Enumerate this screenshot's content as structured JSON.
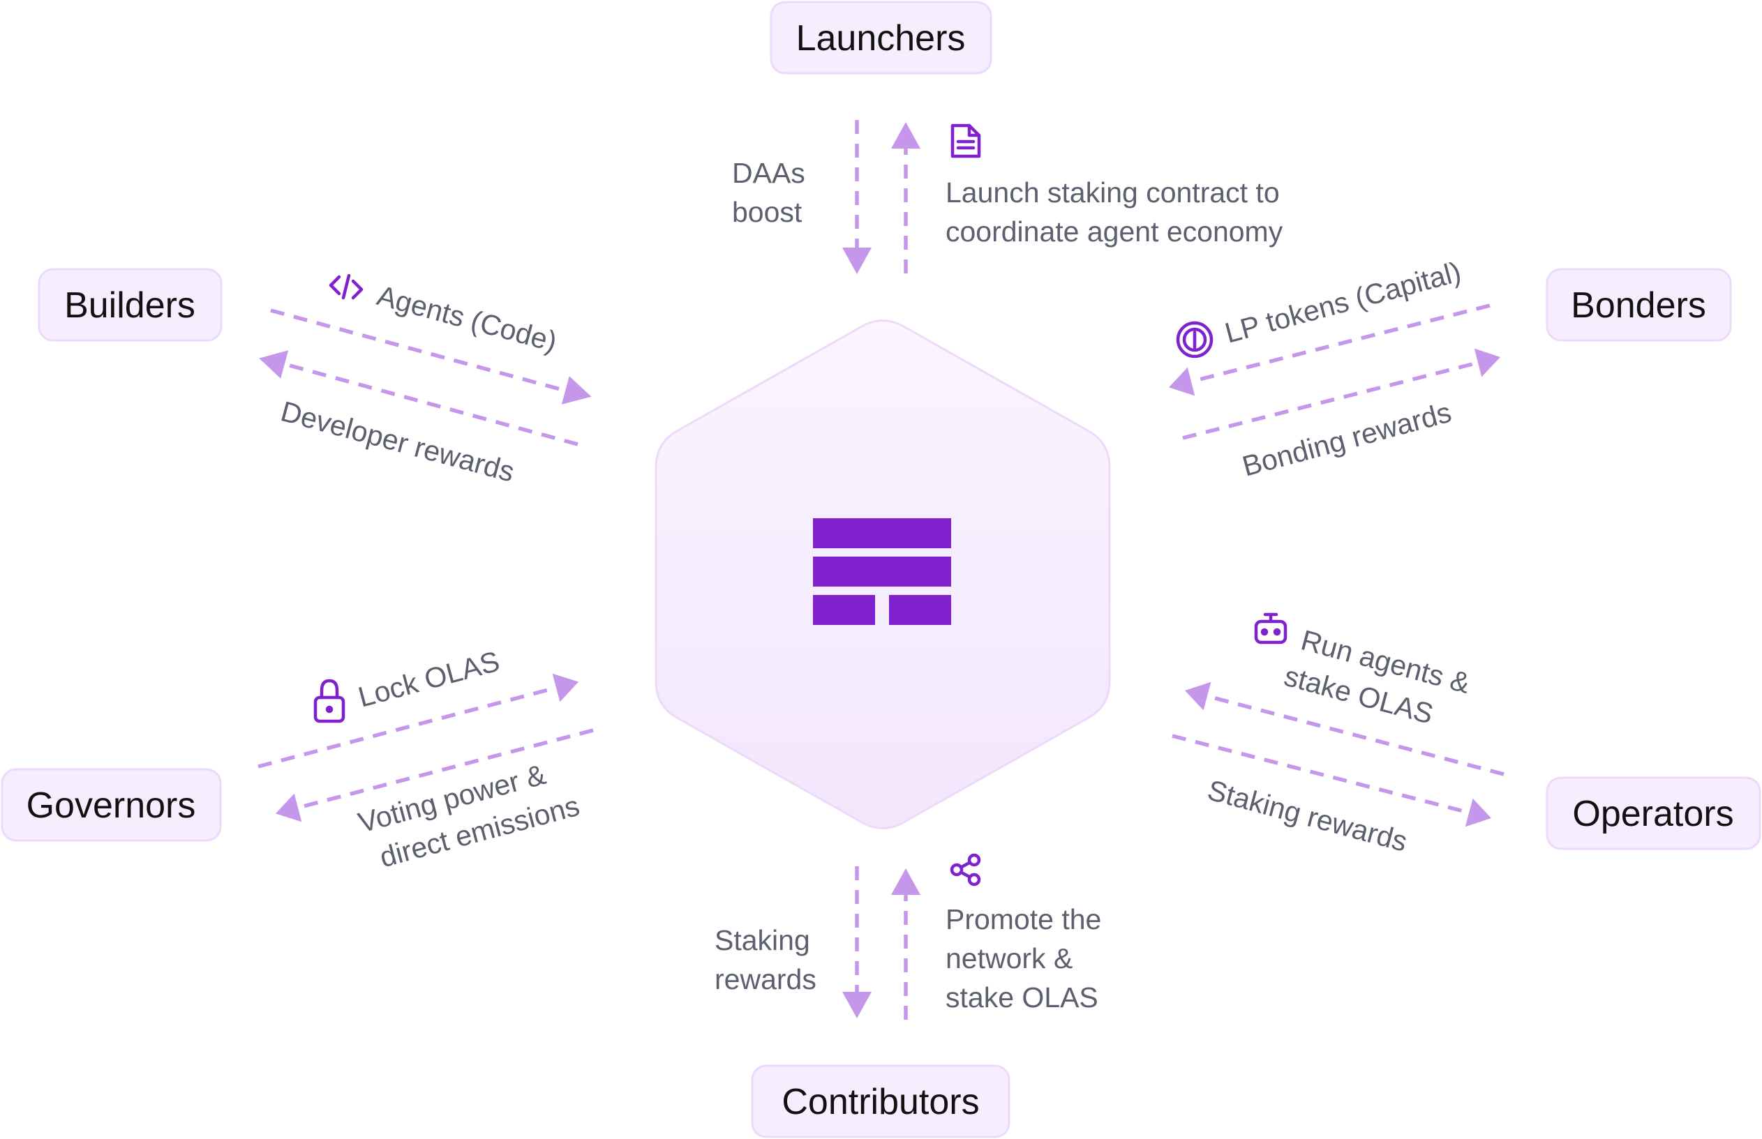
{
  "roles": {
    "launchers": "Launchers",
    "builders": "Builders",
    "bonders": "Bonders",
    "governors": "Governors",
    "operators": "Operators",
    "contributors": "Contributors"
  },
  "flows": {
    "launchers_in": [
      "DAAs",
      "boost"
    ],
    "launchers_out": [
      "Launch staking contract to",
      "coordinate agent economy"
    ],
    "builders_out": "Agents (Code)",
    "builders_in": "Developer rewards",
    "bonders_out": "LP tokens (Capital)",
    "bonders_in": "Bonding rewards",
    "governors_out": "Lock OLAS",
    "governors_in": [
      "Voting power &",
      "direct emissions"
    ],
    "operators_out": [
      "Run agents &",
      "stake OLAS"
    ],
    "operators_in": "Staking rewards",
    "contributors_in": [
      "Staking",
      "rewards"
    ],
    "contributors_out": [
      "Promote the",
      "network &",
      "stake OLAS"
    ]
  },
  "colors": {
    "accent": "#7f22cd",
    "arrow": "#c597ea",
    "node_fill": "#f6eefe",
    "hex_fill": "#f7effe"
  },
  "icons": [
    "document-icon",
    "code-icon",
    "dollar-coin-icon",
    "lock-icon",
    "robot-icon",
    "share-icon",
    "olas-logo-icon"
  ]
}
